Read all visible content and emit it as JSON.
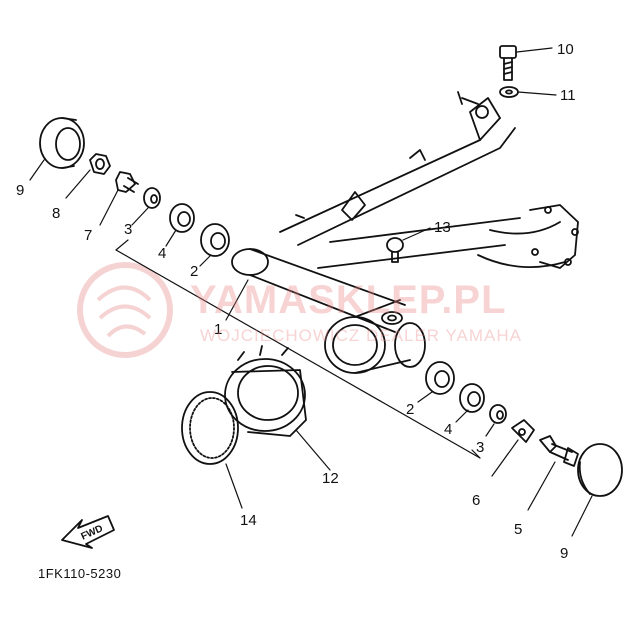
{
  "watermark": {
    "brand": "YAMASKLEP.PL",
    "subtitle": "WOJCIECHOWICZ DEALER YAMAHA"
  },
  "part_code": "1FK110-5230",
  "fwd_label": "FWD",
  "callouts": [
    "10",
    "11",
    "9",
    "8",
    "7",
    "3",
    "4",
    "2",
    "13",
    "1",
    "2",
    "4",
    "3",
    "6",
    "5",
    "9",
    "12",
    "14"
  ],
  "colors": {
    "line": "#111111",
    "watermark": "#e88282"
  }
}
